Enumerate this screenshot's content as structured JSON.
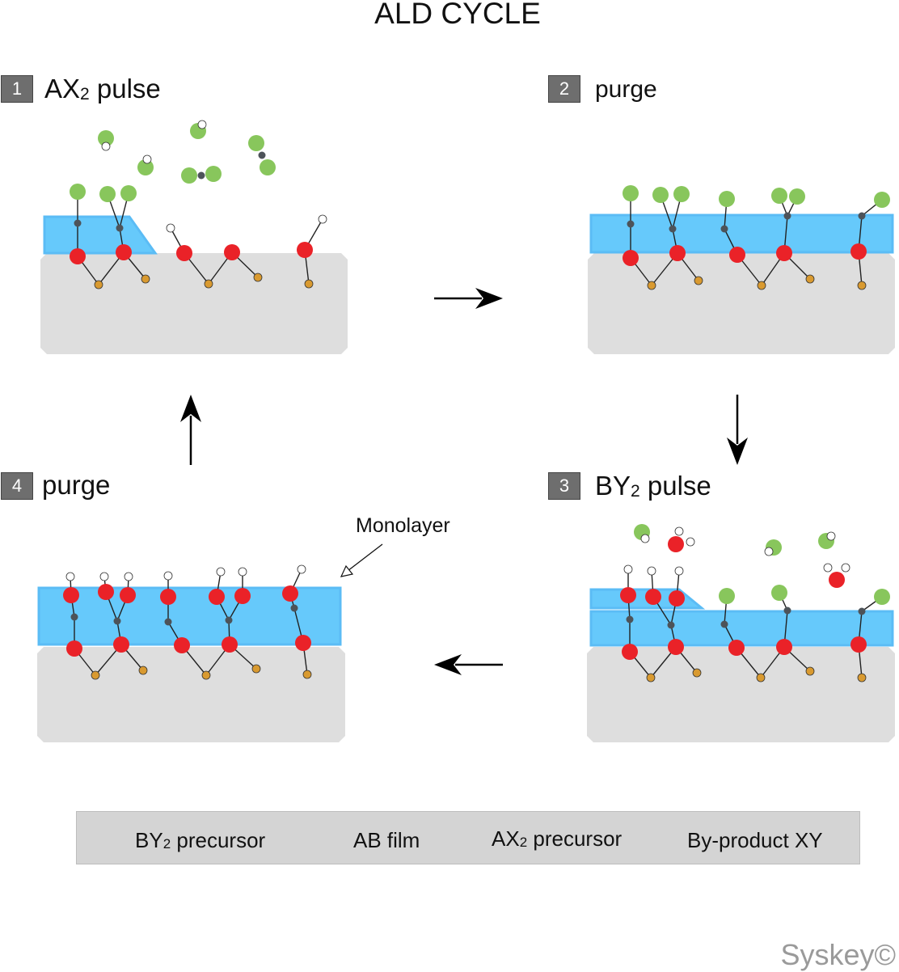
{
  "title": "ALD CYCLE",
  "steps": [
    {
      "number": "1",
      "main": "AX",
      "sub": "2",
      "rest": " pulse"
    },
    {
      "number": "2",
      "main": "purge",
      "sub": "",
      "rest": ""
    },
    {
      "number": "3",
      "main": "BY",
      "sub": "2",
      "rest": " pulse"
    },
    {
      "number": "4",
      "main": "purge",
      "sub": "",
      "rest": ""
    }
  ],
  "annotation": "Monolayer",
  "legend": [
    {
      "main": "BY",
      "sub": "2",
      "rest": " precursor"
    },
    {
      "main": "AB film",
      "sub": "",
      "rest": ""
    },
    {
      "main": "AX",
      "sub": "2",
      "rest": " precursor"
    },
    {
      "main": "By-product XY",
      "sub": "",
      "rest": ""
    }
  ],
  "watermark": "Syskey©",
  "colors": {
    "substrate": "#dedede",
    "film": "#66c9fb",
    "red_atom": "#ea2228",
    "green_atom": "#88c65c",
    "dark_atom": "#4d5359",
    "orange_atom": "#d99a30",
    "white_atom": "#ffffff",
    "legend_bg": "#d4d4d4"
  }
}
